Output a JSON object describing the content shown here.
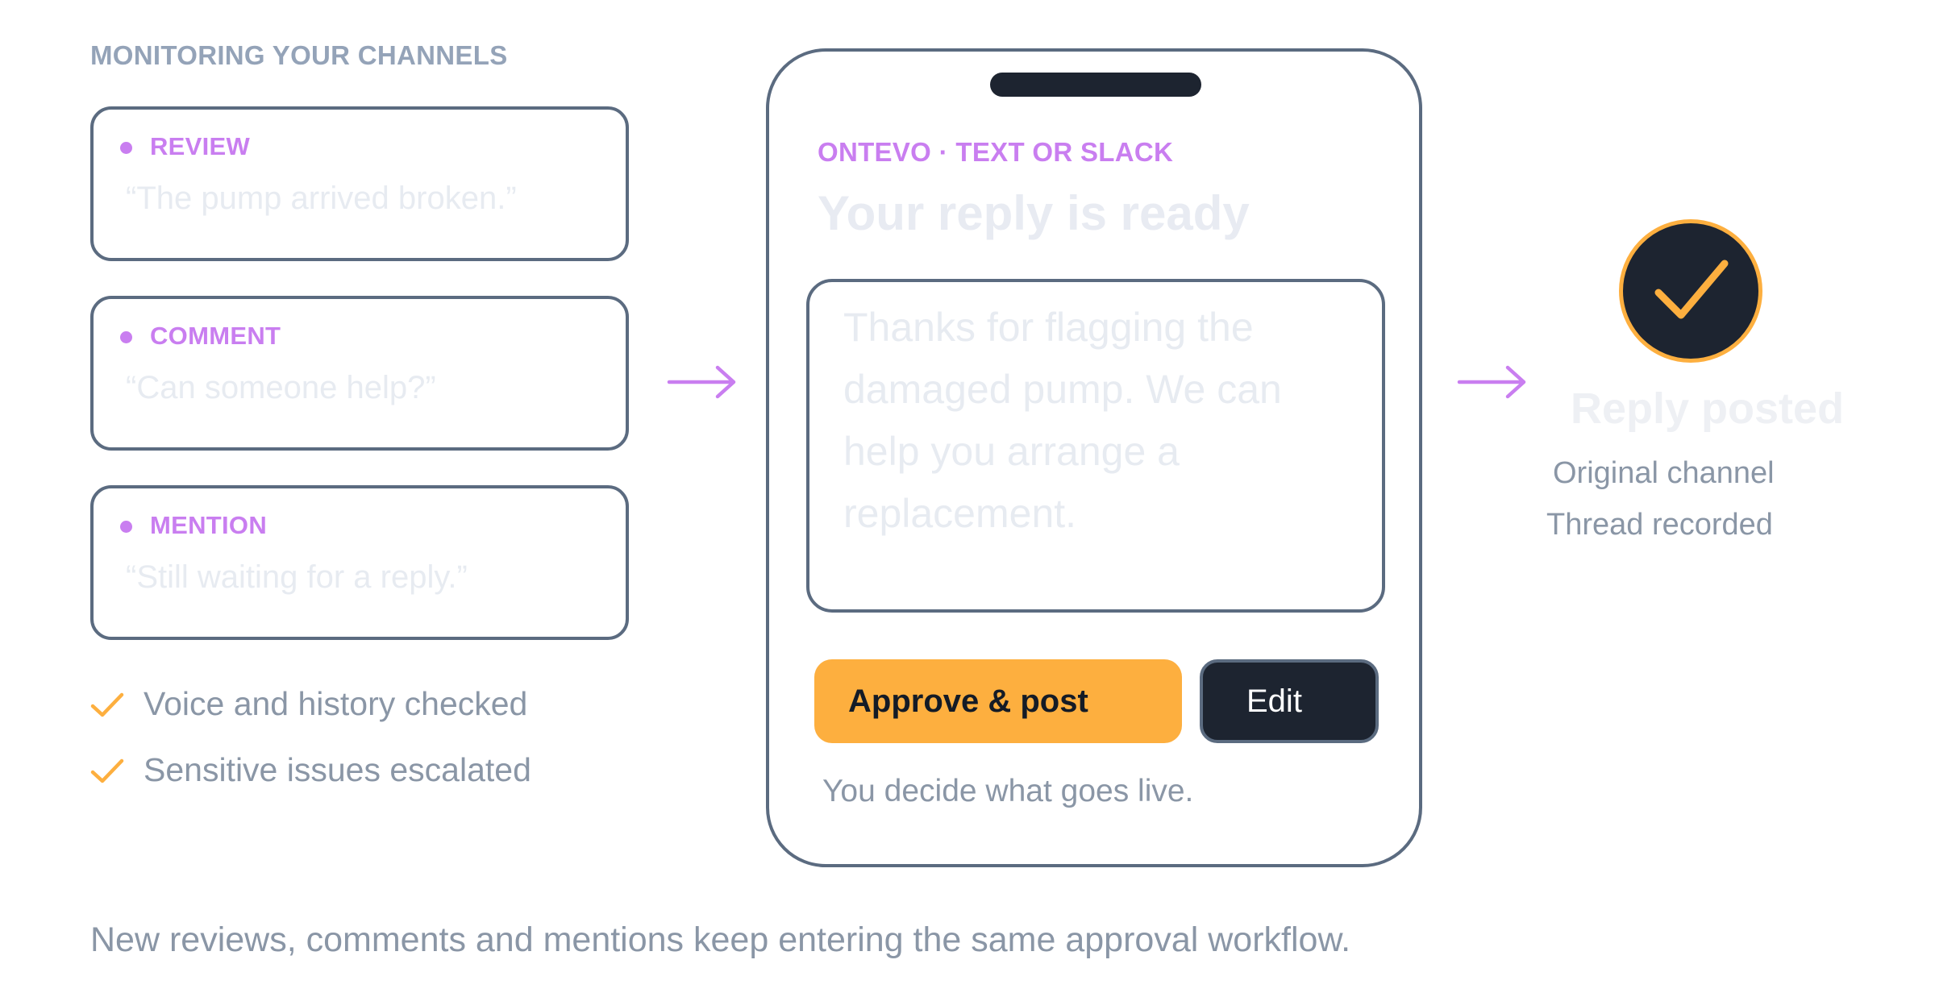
{
  "heading": "MONITORING YOUR CHANNELS",
  "channels": [
    {
      "kind": "REVIEW",
      "quote": "“The pump arrived broken.”"
    },
    {
      "kind": "COMMENT",
      "quote": "“Can someone help?”"
    },
    {
      "kind": "MENTION",
      "quote": "“Still waiting for a reply.”"
    }
  ],
  "checks": [
    "Voice and history checked",
    "Sensitive issues escalated"
  ],
  "phone": {
    "eyebrow": "ONTEVO · TEXT OR SLACK",
    "title": "Your reply is ready",
    "reply": "Thanks for flagging the damaged pump. We can help you arrange a replacement.",
    "approve_label": "Approve & post",
    "edit_label": "Edit",
    "caption": "You decide what goes live."
  },
  "result": {
    "title": "Reply posted",
    "lines": [
      "Original channel",
      "Thread recorded"
    ]
  },
  "footer": "New reviews, comments and mentions keep entering the same approval workflow.",
  "colors": {
    "accent_purple": "#c97ef0",
    "accent_orange": "#fdaf3f",
    "dark": "#1d2430",
    "border": "#5b6b80",
    "muted_text": "#8a96a6"
  },
  "icons": {
    "channel_marker": "dot-icon",
    "check": "checkmark-icon",
    "flow": "arrow-right-icon",
    "done": "checkmark-circle-icon"
  }
}
